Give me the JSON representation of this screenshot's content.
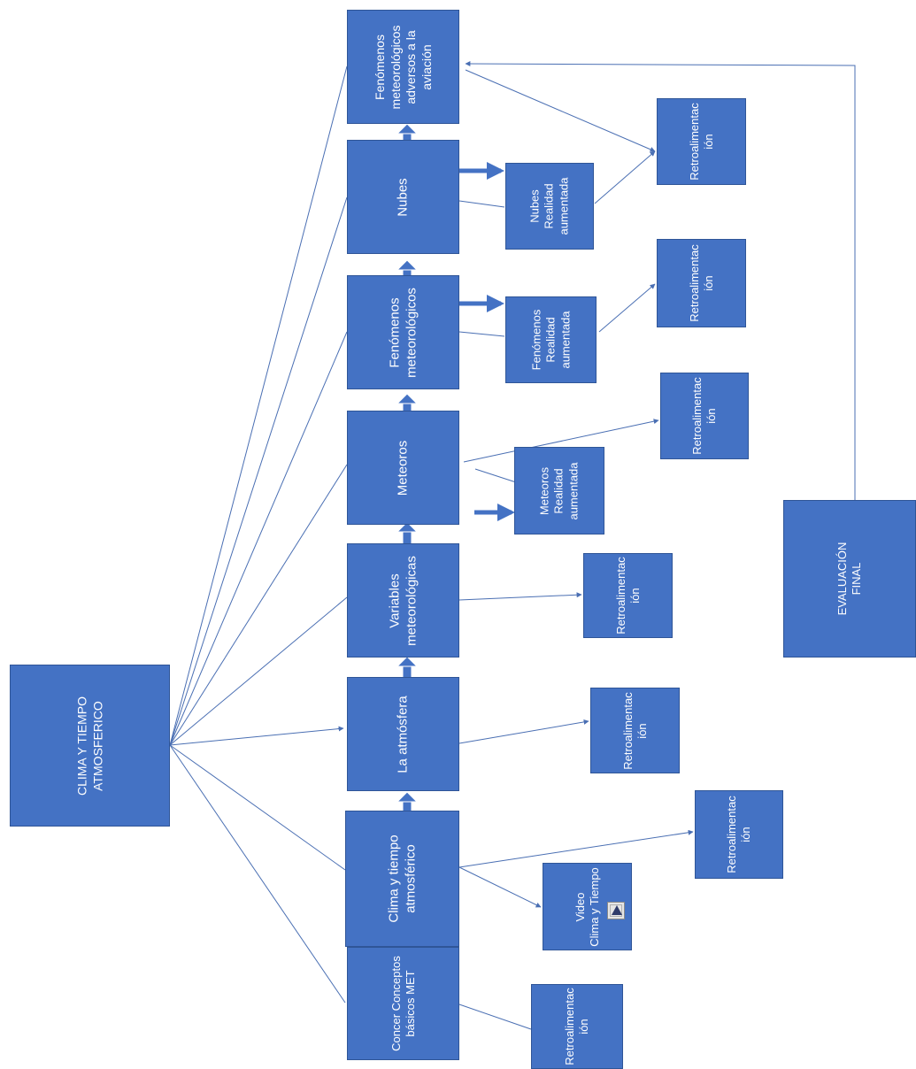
{
  "diagram": {
    "root": {
      "label": "CLIMA Y TIEMPO ATMOSFERICO"
    },
    "sequence": [
      {
        "label": "Concer Conceptos\nbásicos MET"
      },
      {
        "label": "Clima y tiempo\natmosférico"
      },
      {
        "label": "La atmósfera"
      },
      {
        "label": "Variables\nmeteorológicas"
      },
      {
        "label": "Meteoros"
      },
      {
        "label": "Fenómenos\nmeteorológicos"
      },
      {
        "label": "Nubes"
      },
      {
        "label": "Fenómenos\nmeteorológicos\nadversos a la\naviación"
      }
    ],
    "resources": {
      "video": {
        "label": "Video\nClima y Tiempo",
        "icon": "play-icon"
      },
      "meteoros_ar": {
        "label": "Meteoros\nRealidad\naumentada"
      },
      "fenomenos_ar": {
        "label": "Fenómenos\nRealidad\naumentada"
      },
      "nubes_ar": {
        "label": "Nubes\nRealidad\naumentada"
      }
    },
    "feedback": [
      {
        "label": "Retroalimentac\nión"
      },
      {
        "label": "Retroalimentac\nión"
      },
      {
        "label": "Retroalimentac\nión"
      },
      {
        "label": "Retroalimentac\nión"
      },
      {
        "label": "Retroalimentac\nión"
      },
      {
        "label": "Retroalimentac\nión"
      },
      {
        "label": "Retroalimentac\nión"
      }
    ],
    "final": {
      "label": "EVALUACIÓN\nFINAL"
    },
    "colors": {
      "box": "#4472c4",
      "border": "#2f5597",
      "line": "#4a6fb3",
      "text": "#ffffff"
    }
  }
}
